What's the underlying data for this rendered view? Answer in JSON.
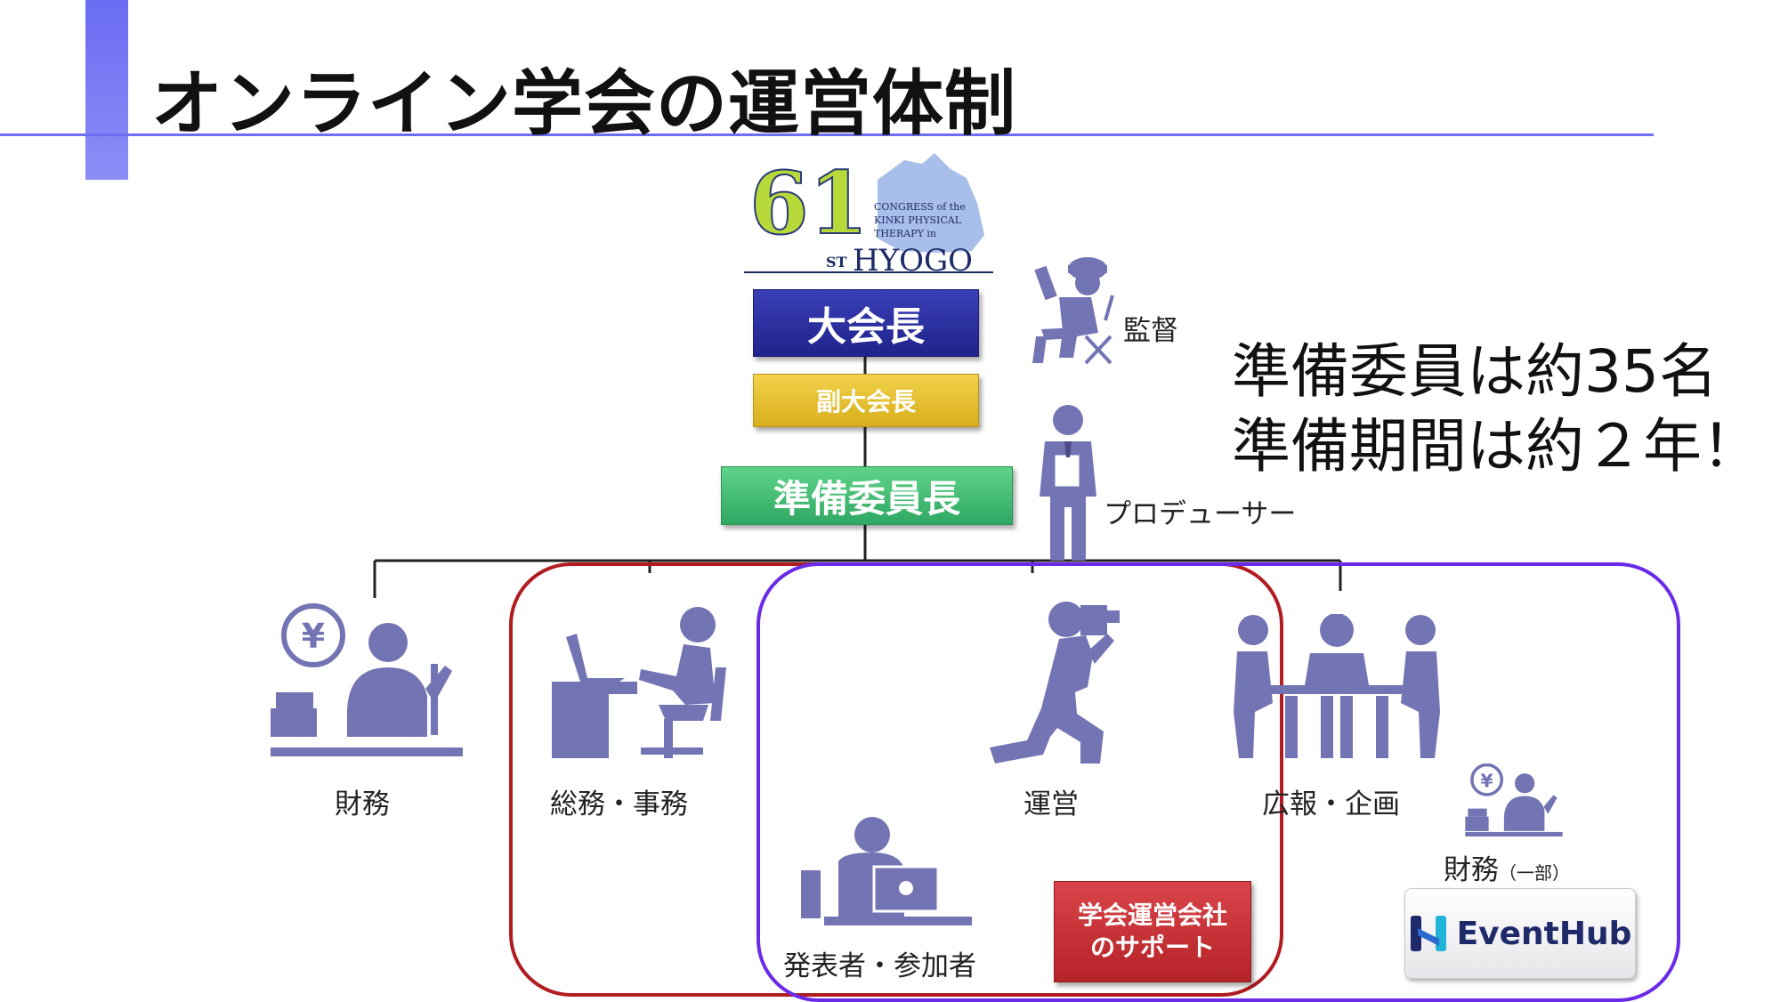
{
  "title": "オンライン学会の運営体制",
  "logo": {
    "number": "61",
    "suffix": "ST",
    "line1": "CONGRESS of the",
    "line2": "KINKI PHYSICAL",
    "line3": "THERAPY in",
    "place": "HYOGO"
  },
  "org": {
    "president": "大会長",
    "vice_president": "副大会長",
    "committee_chair": "準備委員長"
  },
  "side_roles": {
    "director": "監督",
    "producer": "プロデューサー"
  },
  "highlight": {
    "line1": "準備委員は約35名",
    "line2": "準備期間は約２年！"
  },
  "departments": {
    "finance": "財務",
    "general_affairs": "総務・事務",
    "operations": "運営",
    "pr_planning": "広報・企画"
  },
  "bottom": {
    "participants": "発表者・参加者",
    "support_line1": "学会運営会社",
    "support_line2": "のサポート",
    "finance_partial": "財務",
    "finance_partial_note": "（一部）",
    "eventhub": "EventHub"
  },
  "icon_names": [
    "finance-icon",
    "general-affairs-icon",
    "operations-camera-icon",
    "meeting-icon",
    "director-icon",
    "producer-icon",
    "participant-laptop-icon",
    "finance-small-icon",
    "eventhub-logo-icon"
  ],
  "colors": {
    "accent": "#6a6cf2",
    "icon": "#7374b4",
    "president": "#2a2fa0",
    "vice_president": "#e3bf2e",
    "committee_chair": "#45bd74",
    "red_region": "#b01c20",
    "purple_region": "#6a2ae8",
    "support": "#c8353a"
  }
}
